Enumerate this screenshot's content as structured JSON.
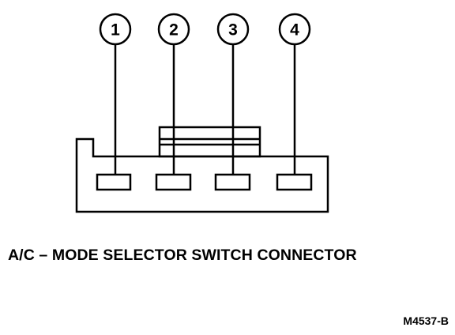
{
  "diagram": {
    "pins": [
      {
        "number": "1"
      },
      {
        "number": "2"
      },
      {
        "number": "3"
      },
      {
        "number": "4"
      }
    ],
    "caption": "A/C – MODE SELECTOR SWITCH CONNECTOR",
    "figure_code": "M4537-B"
  },
  "colors": {
    "ink": "#000000",
    "background": "#ffffff"
  }
}
